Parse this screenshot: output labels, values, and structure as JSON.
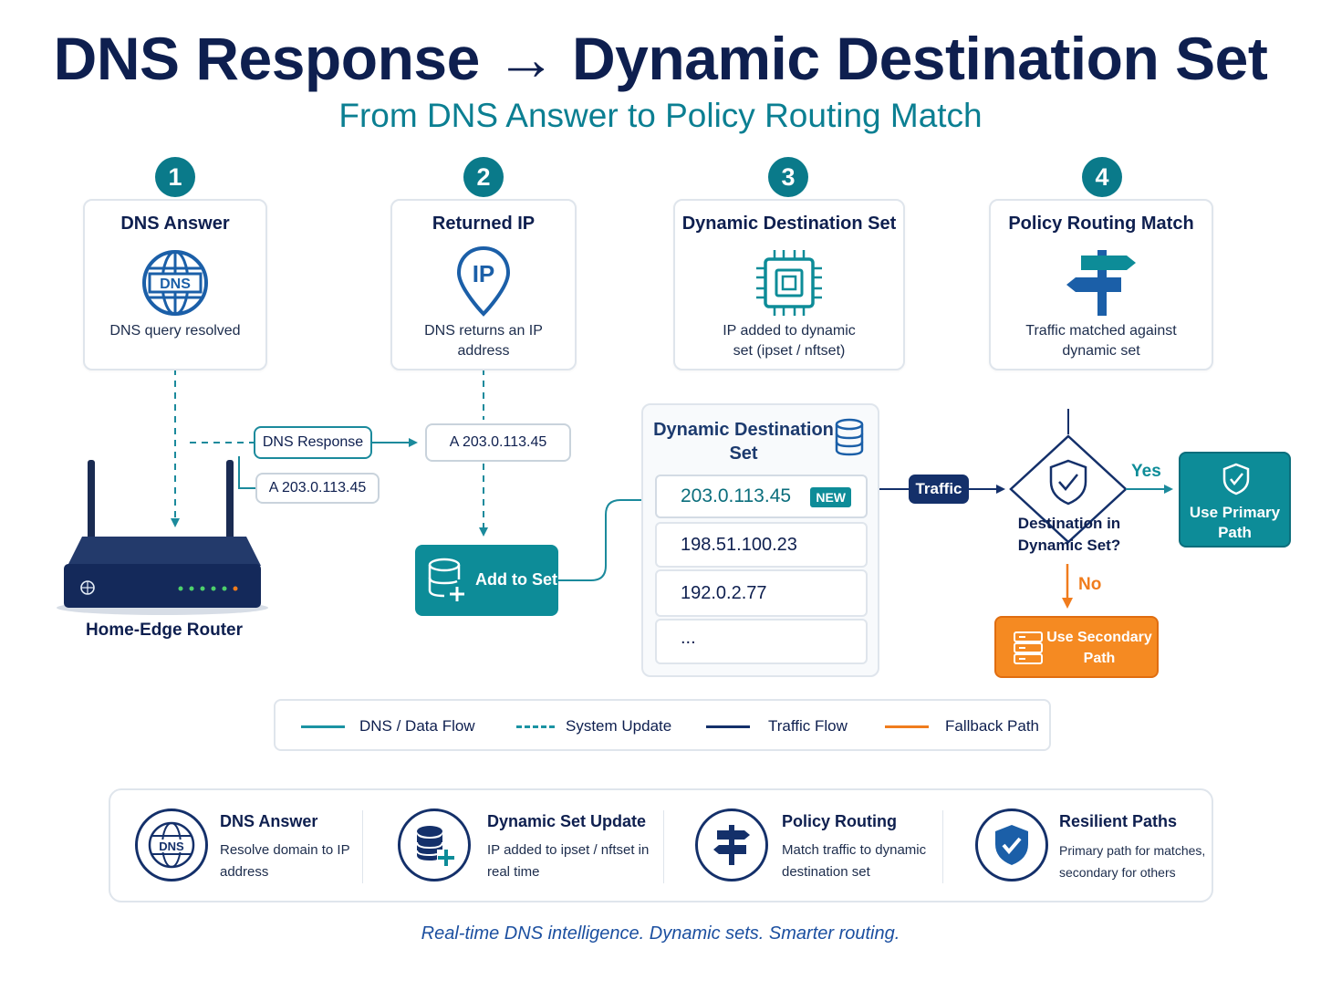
{
  "title": "DNS Response → Dynamic Destination Set",
  "subtitle": "From DNS Answer to Policy Routing Match",
  "steps": [
    {
      "number": "1",
      "title": "DNS Answer",
      "desc": "DNS query resolved",
      "icon": "dns-globe-icon"
    },
    {
      "number": "2",
      "title": "Returned IP",
      "desc": "DNS returns an IP address",
      "icon": "ip-location-pin-icon"
    },
    {
      "number": "3",
      "title": "Dynamic Destination Set",
      "desc": "IP added to dynamic set (ipset / nftset)",
      "icon": "chip-icon"
    },
    {
      "number": "4",
      "title": "Policy Routing Match",
      "desc": "Traffic matched against dynamic set",
      "icon": "signpost-icon"
    }
  ],
  "flow": {
    "router_label": "Home-Edge Router",
    "dns_response_label": "DNS Response",
    "a_record_under": "A  203.0.113.45",
    "a_record_box": "A  203.0.113.45",
    "add_to_set_label": "Add to Set",
    "traffic_label": "Traffic",
    "decision_label": "Destination in Dynamic Set?",
    "yes_label": "Yes",
    "no_label": "No",
    "primary_path_label": "Use Primary Path",
    "secondary_path_label": "Use Secondary Path"
  },
  "dynamic_set": {
    "title": "Dynamic Destination Set",
    "entries": [
      "203.0.113.45",
      "198.51.100.23",
      "192.0.2.77",
      "..."
    ],
    "new_badge": "NEW"
  },
  "legend": [
    {
      "label": "DNS / Data Flow",
      "style": "solid",
      "color": "#1b93a3"
    },
    {
      "label": "System Update",
      "style": "dashed",
      "color": "#1b93a3"
    },
    {
      "label": "Traffic Flow",
      "style": "solid",
      "color": "#14306a"
    },
    {
      "label": "Fallback Path",
      "style": "solid",
      "color": "#f07c1d"
    }
  ],
  "features": [
    {
      "title": "DNS Answer",
      "desc": "Resolve domain to IP address",
      "icon": "dns-globe-icon"
    },
    {
      "title": "Dynamic Set Update",
      "desc": "IP added to ipset / nftset in real time",
      "icon": "database-add-icon"
    },
    {
      "title": "Policy Routing",
      "desc": "Match traffic to dynamic destination set",
      "icon": "signpost-icon"
    },
    {
      "title": "Resilient Paths",
      "desc": "Primary path for matches, secondary for others",
      "icon": "shield-check-icon"
    }
  ],
  "tagline": "Real-time DNS intelligence. Dynamic sets. Smarter routing.",
  "colors": {
    "navy": "#0e1f4f",
    "teal": "#0d8c98",
    "orange": "#f07c1d",
    "accent_blue": "#14306a"
  }
}
